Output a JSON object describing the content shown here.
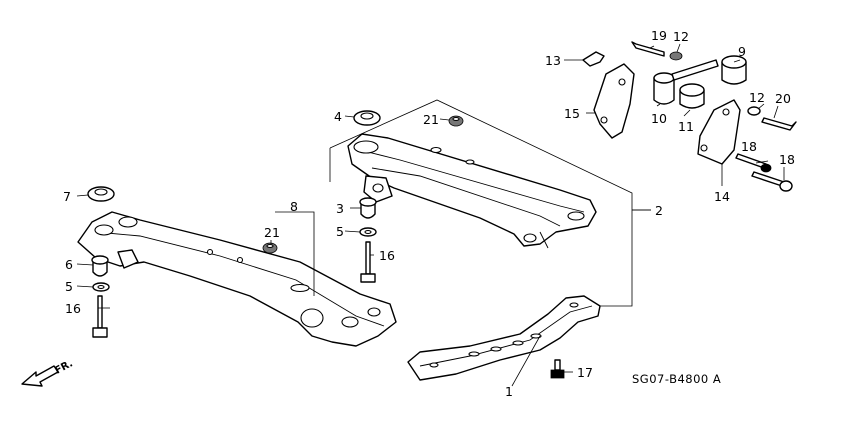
{
  "diagram": {
    "code": "SG07-B4800 A",
    "direction_label": "FR.",
    "callouts": [
      {
        "id": "c1",
        "label": "1"
      },
      {
        "id": "c2",
        "label": "2"
      },
      {
        "id": "c3",
        "label": "3"
      },
      {
        "id": "c4",
        "label": "4"
      },
      {
        "id": "c5a",
        "label": "5"
      },
      {
        "id": "c5b",
        "label": "5"
      },
      {
        "id": "c6",
        "label": "6"
      },
      {
        "id": "c7",
        "label": "7"
      },
      {
        "id": "c8",
        "label": "8"
      },
      {
        "id": "c9",
        "label": "9"
      },
      {
        "id": "c10",
        "label": "10"
      },
      {
        "id": "c11",
        "label": "11"
      },
      {
        "id": "c12a",
        "label": "12"
      },
      {
        "id": "c12b",
        "label": "12"
      },
      {
        "id": "c13",
        "label": "13"
      },
      {
        "id": "c14",
        "label": "14"
      },
      {
        "id": "c15",
        "label": "15"
      },
      {
        "id": "c16a",
        "label": "16"
      },
      {
        "id": "c16b",
        "label": "16"
      },
      {
        "id": "c17",
        "label": "17"
      },
      {
        "id": "c18a",
        "label": "18"
      },
      {
        "id": "c18b",
        "label": "18"
      },
      {
        "id": "c19",
        "label": "19"
      },
      {
        "id": "c20",
        "label": "20"
      },
      {
        "id": "c21a",
        "label": "21"
      },
      {
        "id": "c21b",
        "label": "21"
      }
    ]
  }
}
